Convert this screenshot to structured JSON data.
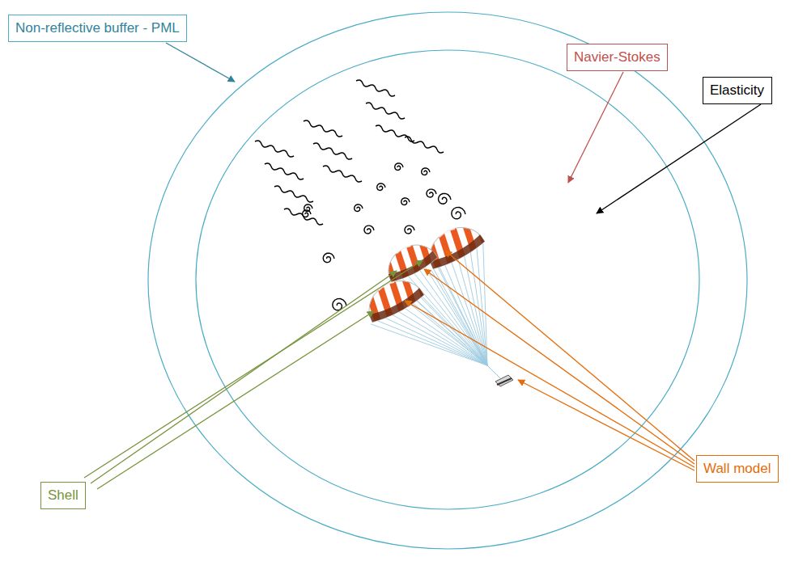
{
  "diagram": {
    "nodes": [
      {
        "text": [
          "Non-reflective buffer - PML"
        ]
      },
      {
        "text": [
          "Navier-Stokes"
        ]
      },
      {
        "text": [
          "Elasticity"
        ]
      },
      {
        "text": [
          "Shell"
        ]
      },
      {
        "text": [
          "Wall model"
        ]
      }
    ]
  }
}
